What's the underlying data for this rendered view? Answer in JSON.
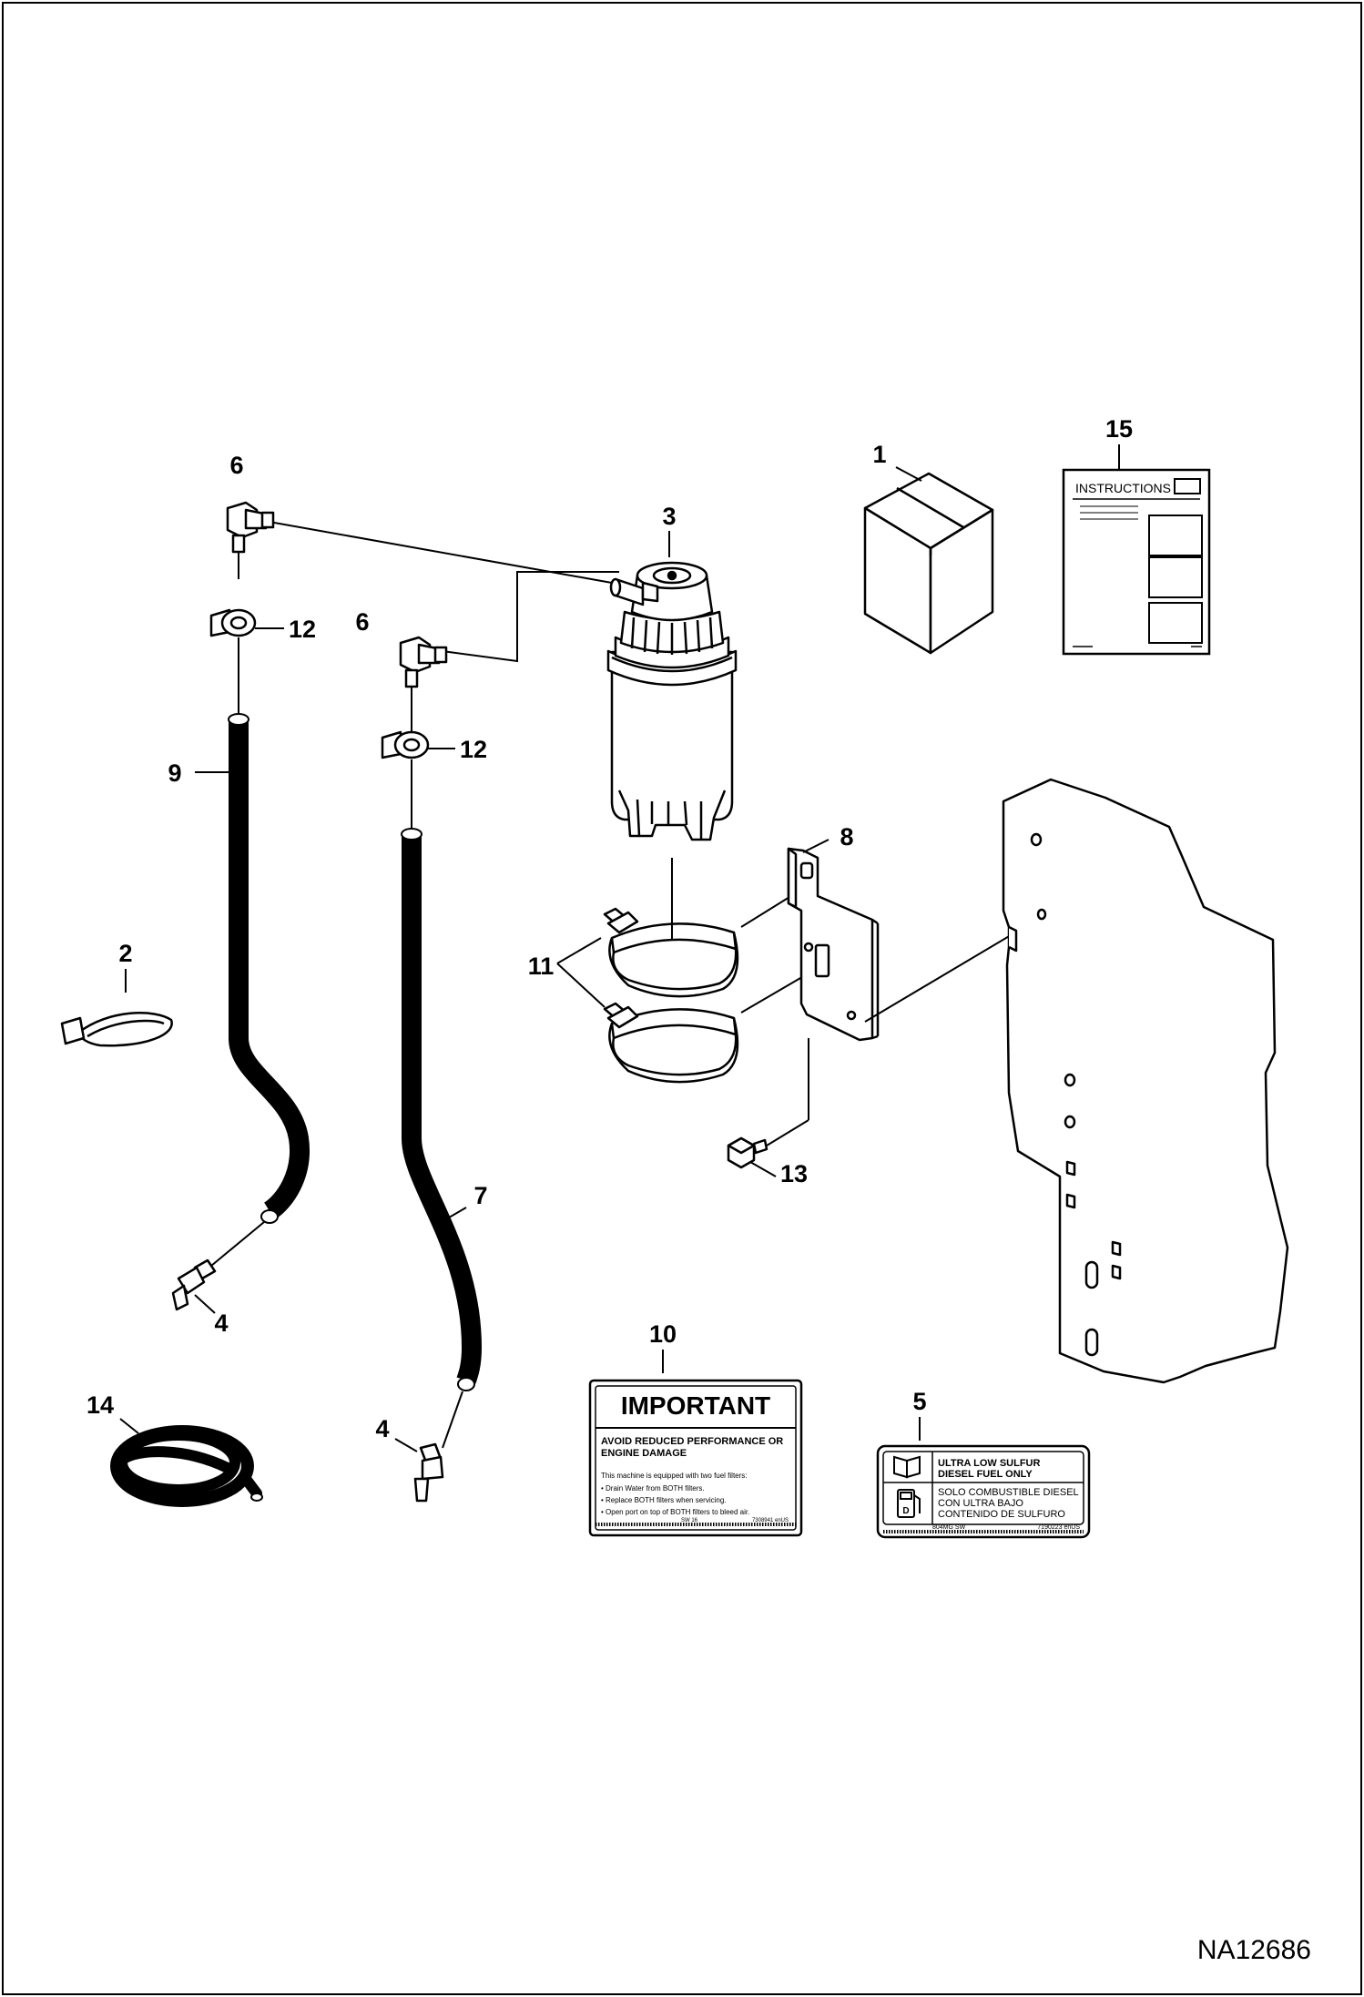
{
  "drawing_id": "NA12686",
  "callouts": [
    {
      "key": "p1",
      "text": "1"
    },
    {
      "key": "p2",
      "text": "2"
    },
    {
      "key": "p3",
      "text": "3"
    },
    {
      "key": "p4a",
      "text": "4"
    },
    {
      "key": "p4b",
      "text": "4"
    },
    {
      "key": "p5",
      "text": "5"
    },
    {
      "key": "p6a",
      "text": "6"
    },
    {
      "key": "p6b",
      "text": "6"
    },
    {
      "key": "p7",
      "text": "7"
    },
    {
      "key": "p8",
      "text": "8"
    },
    {
      "key": "p9",
      "text": "9"
    },
    {
      "key": "p10",
      "text": "10"
    },
    {
      "key": "p11",
      "text": "11"
    },
    {
      "key": "p12a",
      "text": "12"
    },
    {
      "key": "p12b",
      "text": "12"
    },
    {
      "key": "p13",
      "text": "13"
    },
    {
      "key": "p14",
      "text": "14"
    },
    {
      "key": "p15",
      "text": "15"
    }
  ],
  "instructions_card": {
    "title": "INSTRUCTIONS"
  },
  "important_decal": {
    "title": "IMPORTANT",
    "heading_line1": "AVOID REDUCED PERFORMANCE OR",
    "heading_line2": "ENGINE DAMAGE",
    "intro": "This machine is equipped with two fuel filters:",
    "bullets": [
      "• Drain Water from BOTH filters.",
      "• Replace BOTH filters when servicing.",
      "• Open port on top of BOTH filters to bleed air."
    ],
    "footer_left": "SW 16",
    "footer_right": "7308941 enUS"
  },
  "fuel_decal": {
    "line1": "ULTRA LOW SULFUR",
    "line2": "DIESEL FUEL ONLY",
    "line3": "SOLO COMBUSTIBLE DIESEL",
    "line4": "CON ULTRA BAJO",
    "line5": "CONTENIDO DE SULFURO",
    "pump_letter": "D",
    "footer_left": "804MG SW",
    "footer_right": "7190223 enUS"
  }
}
